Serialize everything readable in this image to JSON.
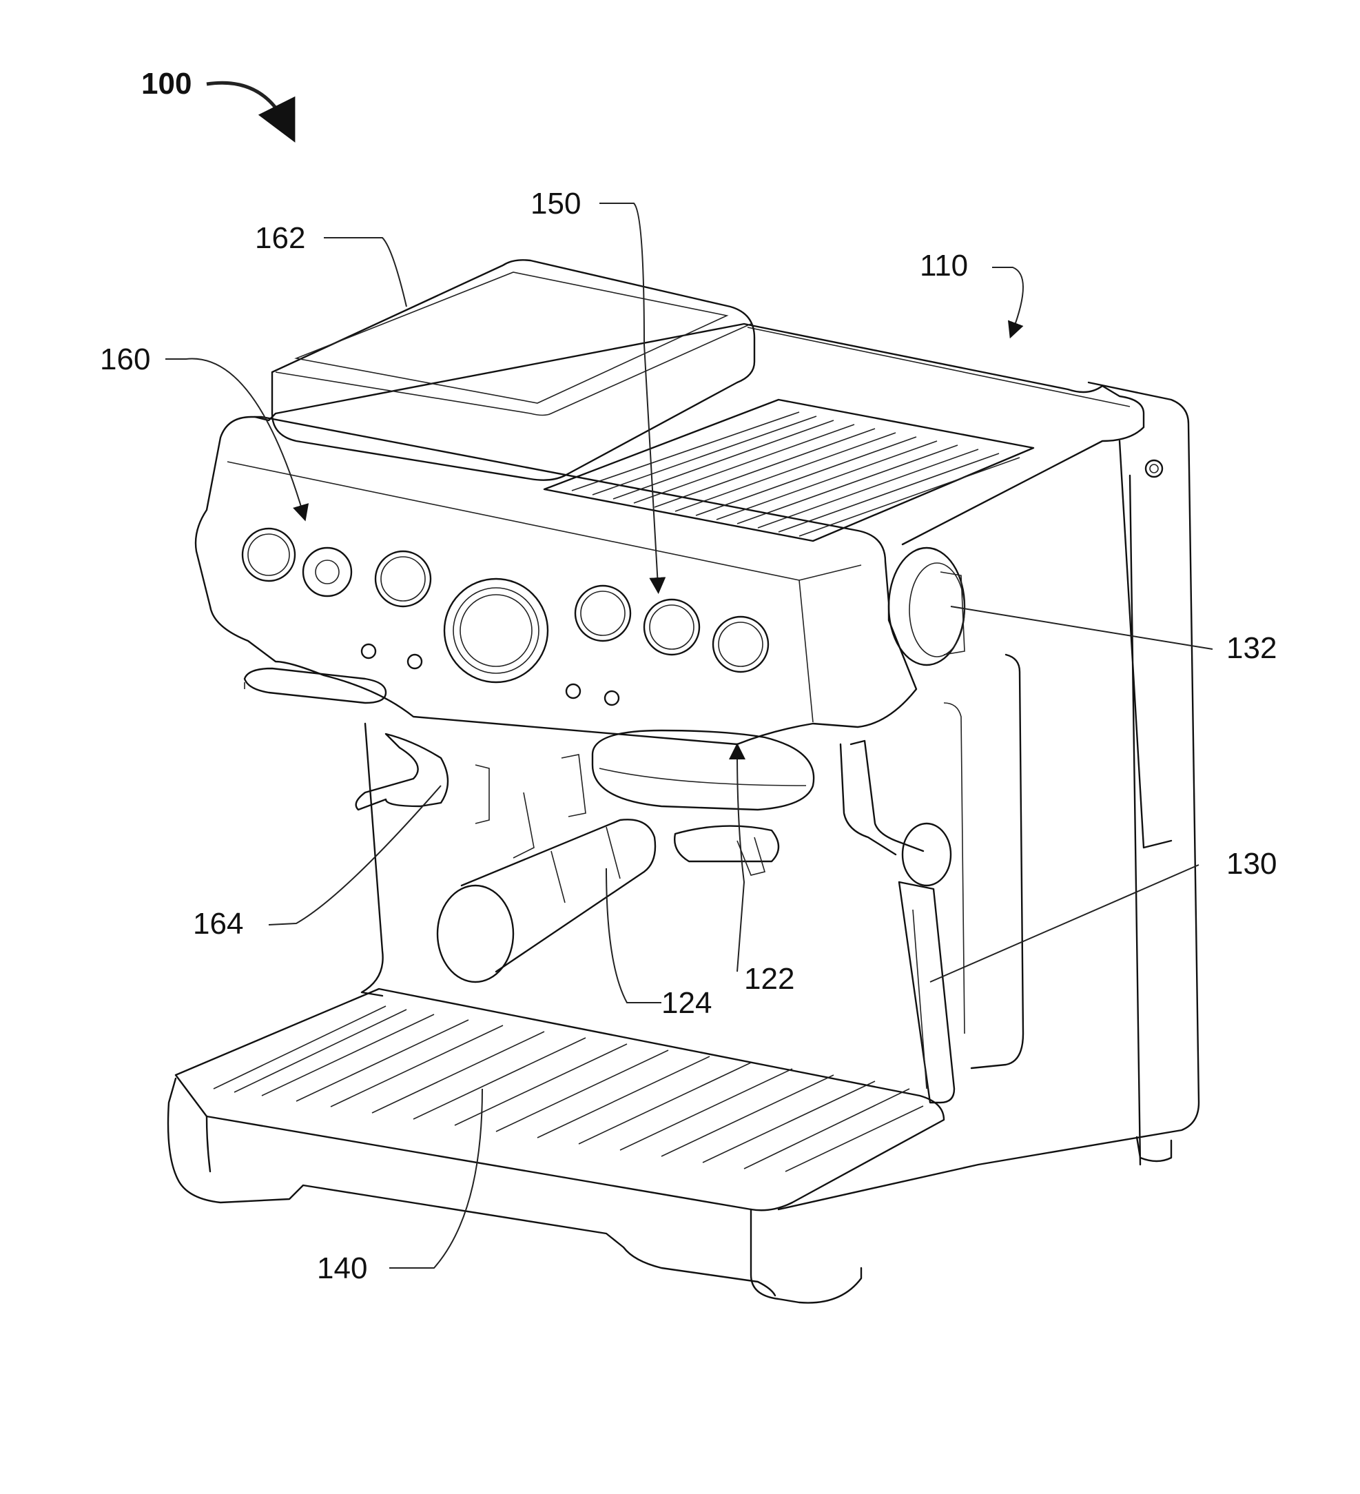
{
  "figure": {
    "reference_numerals": {
      "r100": "100",
      "r110": "110",
      "r122": "122",
      "r124": "124",
      "r130": "130",
      "r132": "132",
      "r140": "140",
      "r150": "150",
      "r160": "160",
      "r162": "162",
      "r164": "164"
    }
  }
}
